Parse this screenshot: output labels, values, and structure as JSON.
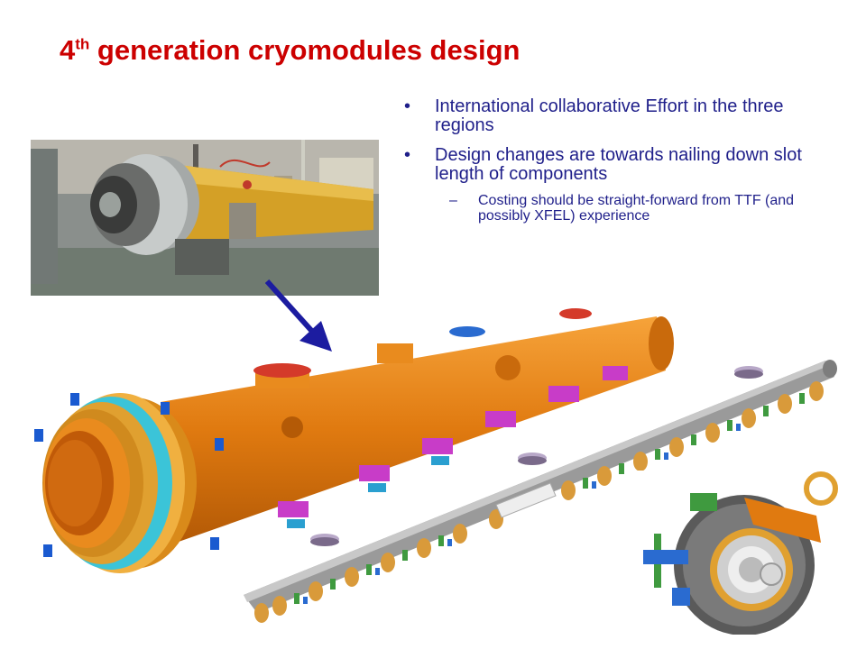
{
  "title": {
    "main": "4",
    "superscript": "th",
    "rest": " generation cryomodules design"
  },
  "bullets": [
    {
      "marker": "•",
      "text": "International collaborative Effort in the three regions"
    },
    {
      "marker": "•",
      "text": "Design changes are towards nailing down slot length of components"
    }
  ],
  "sub_bullets": [
    {
      "marker": "–",
      "text": "Costing should be straight-forward from TTF (and possibly XFEL) experience"
    }
  ],
  "colors": {
    "title": "#cc0000",
    "text": "#1f1f8a",
    "cryostat": "#e07a10",
    "pipe": "#9a9a9a",
    "arrow": "#1c1ca0"
  },
  "images": {
    "photo": "cryomodule-photo",
    "cryostat": "cryomodule-3d-render",
    "cavity_string": "cavity-string-render",
    "cross_section": "cross-section-render"
  }
}
